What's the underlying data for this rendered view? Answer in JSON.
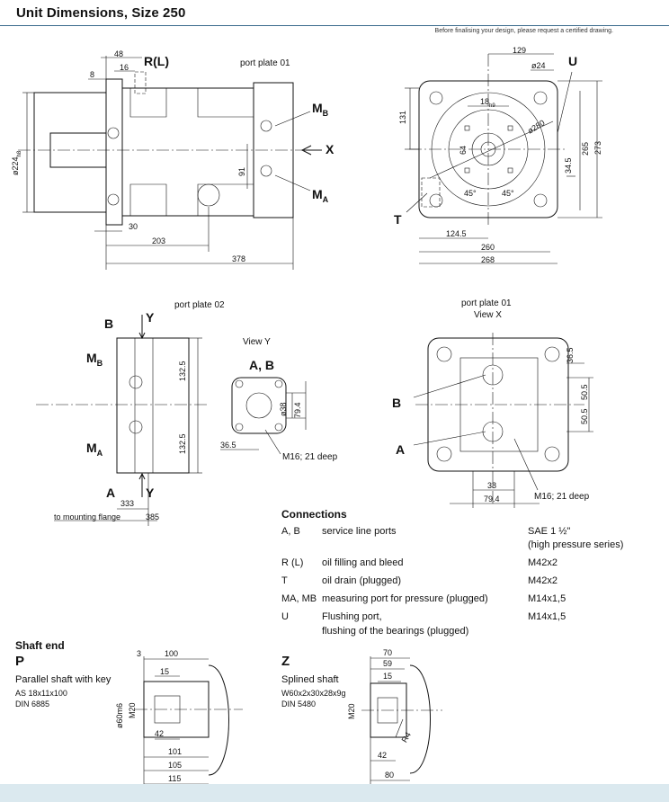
{
  "header": {
    "title": "Unit Dimensions, Size 250",
    "note": "Before finalising your design, please request a certified drawing."
  },
  "views": {
    "side": {
      "caption": "port plate 01",
      "labels": {
        "rl": "R(L)",
        "mb": "M",
        "mb_sub": "B",
        "ma": "M",
        "ma_sub": "A",
        "x": "X"
      },
      "dims": {
        "d48": "48",
        "d16": "16",
        "d8": "8",
        "dia": "ø224",
        "dia_tol": "h8",
        "d91": "91",
        "d30": "30",
        "d203": "203",
        "d378": "378"
      }
    },
    "front": {
      "labels": {
        "u": "U",
        "t": "T"
      },
      "dims": {
        "d129": "129",
        "d24": "ø24",
        "d131": "131",
        "d18": "18",
        "d18_sub": "h9",
        "d280": "ø280",
        "d64": "64",
        "d34_5": "34.5",
        "d265": "265",
        "d273": "273",
        "d45a": "45°",
        "d45b": "45°",
        "d124_5": "124.5",
        "d260": "260",
        "d268": "268"
      }
    },
    "plate02": {
      "caption": "port plate 02",
      "labels": {
        "b": "B",
        "y1": "Y",
        "mb": "M",
        "mb_sub": "B",
        "ma": "M",
        "ma_sub": "A",
        "a": "A",
        "y2": "Y"
      },
      "dims": {
        "d132a": "132.5",
        "d132b": "132.5",
        "d333": "333",
        "d385": "385",
        "flange": "to mounting flange"
      }
    },
    "viewy": {
      "caption": "View Y",
      "labels": {
        "ab": "A, B"
      },
      "dims": {
        "d38": "ø38",
        "d79": "79.4",
        "d36": "36.5"
      },
      "thread": "M16; 21 deep"
    },
    "viewx": {
      "caption1": "port plate 01",
      "caption2": "View X",
      "labels": {
        "b": "B",
        "a": "A"
      },
      "dims": {
        "d36": "36.5",
        "d50a": "50.5",
        "d50b": "50.5",
        "d38": "38",
        "d79": "79.4"
      },
      "thread": "M16; 21 deep"
    }
  },
  "connections": {
    "heading": "Connections",
    "rows": [
      {
        "port": "A, B",
        "desc": "service line ports",
        "desc2": "",
        "spec": "SAE 1 ½\"",
        "spec2": "(high pressure series)"
      },
      {
        "port": "R (L)",
        "desc": "oil filling and bleed",
        "desc2": "",
        "spec": "M42x2",
        "spec2": ""
      },
      {
        "port": "T",
        "desc": "oil drain (plugged)",
        "desc2": "",
        "spec": "M42x2",
        "spec2": ""
      },
      {
        "port": "MA, MB",
        "desc": "measuring port for pressure (plugged)",
        "desc2": "",
        "spec": "M14x1,5",
        "spec2": ""
      },
      {
        "port": "U",
        "desc": "Flushing port,",
        "desc2": "flushing of the bearings (plugged)",
        "spec": "M14x1,5",
        "spec2": ""
      }
    ]
  },
  "shaft": {
    "heading": "Shaft end",
    "p": {
      "letter": "P",
      "line1": "Parallel shaft with key",
      "line2": "AS 18x11x100",
      "line3": "DIN 6885",
      "dims": {
        "d3": "3",
        "d100": "100",
        "d15": "15",
        "d60": "ø60m6",
        "m20": "M20",
        "d42": "42",
        "d101": "101",
        "d105": "105",
        "d115": "115"
      }
    },
    "z": {
      "letter": "Z",
      "line1": "Splined shaft",
      "line2": "W60x2x30x28x9g",
      "line3": "DIN 5480",
      "dims": {
        "d70": "70",
        "d59": "59",
        "d15": "15",
        "m20": "M20",
        "r4": "R4",
        "d42": "42",
        "d80": "80"
      }
    }
  }
}
